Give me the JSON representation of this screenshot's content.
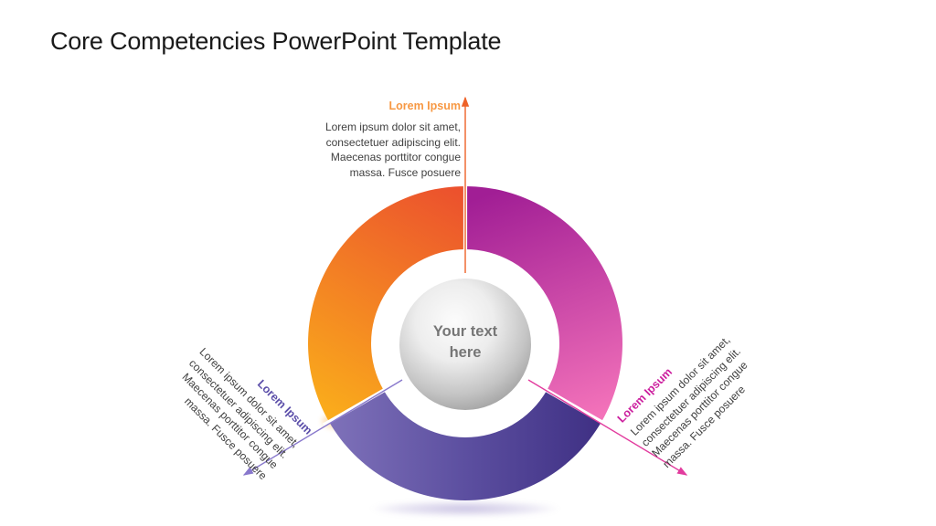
{
  "title": "Core Competencies PowerPoint Template",
  "center_circle": {
    "line1": "Your text",
    "line2": "here"
  },
  "callouts": {
    "top": {
      "heading": "Lorem Ipsum",
      "lines": [
        "Lorem ipsum dolor sit amet,",
        "consectetuer adipiscing elit.",
        "Maecenas porttitor congue",
        "massa. Fusce posuere"
      ]
    },
    "left": {
      "heading": "Lorem Ipsum",
      "lines": [
        "Lorem ipsum dolor sit amet,",
        "consectetuer adipiscing elit.",
        "Maecenas porttitor congue",
        "massa. Fusce posuere"
      ]
    },
    "right": {
      "heading": "Lorem Ipsum",
      "lines": [
        "Lorem ipsum dolor sit amet,",
        "consectetuer adipiscing elit.",
        "Maecenas porttitor congue",
        "massa. Fusce posuere"
      ]
    }
  },
  "colors": {
    "title_text": "#1a1a1a",
    "body_text": "#404040",
    "center_text": "#767676",
    "heading_orange": "#f79843",
    "heading_purple": "#5b4ea9",
    "heading_pink": "#cc1f9e",
    "arrow_orange": "#ee6228",
    "arrow_pink": "#e23c9e",
    "arrow_purple": "#8878cc",
    "orange_start": "#eb4e2e",
    "orange_end": "#faac1b",
    "pink_start": "#a11e95",
    "pink_end": "#f473ba",
    "purple_start": "#7e71b9",
    "purple_mid": "#5c4fa0",
    "purple_end": "#3f3084"
  }
}
